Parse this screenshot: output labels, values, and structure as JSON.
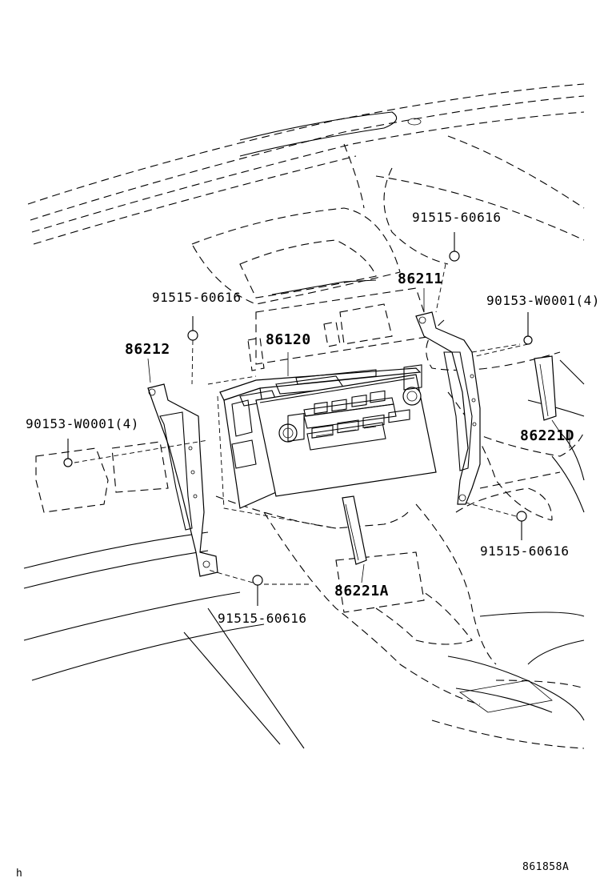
{
  "callouts": {
    "bolt_top_right": "91515-60616",
    "bracket_right": "86211",
    "screw_right": "90153-W0001(4)",
    "bolt_top_left": "91515-60616",
    "bracket_left": "86212",
    "radio_unit": "86120",
    "screw_left": "90153-W0001(4)",
    "trim_right": "86221D",
    "bolt_bottom_right": "91515-60616",
    "trim_center": "86221A",
    "bolt_bottom_left": "91515-60616"
  },
  "footer": {
    "figure_number": "861858A",
    "corner_mark": "h"
  }
}
